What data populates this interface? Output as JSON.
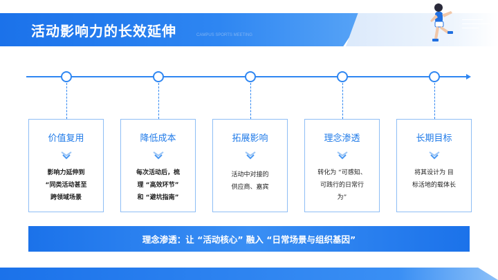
{
  "header": {
    "title": "活动影响力的长效延伸",
    "subtitle": "CAMPUS SPORTS MEETING"
  },
  "icons": {
    "runner": "runner-icon",
    "chevron": "chevron-down-icon",
    "arrow": "arrow-right-icon"
  },
  "colors": {
    "primary": "#1b72ea",
    "accent": "#2e86f2",
    "card_border": "#8dbdf5",
    "card_title": "#1f7ae8"
  },
  "timeline": {
    "cards": [
      {
        "title": "价值复用",
        "lines": [
          "影响力延伸到",
          "“同类活动甚至",
          "跨领域场景"
        ]
      },
      {
        "title": "降低成本",
        "lines": [
          "每次活动后，梳",
          "理 “高效环节”",
          "和 “避坑指南”"
        ]
      },
      {
        "title": "拓展影响",
        "lines": [
          "活动中对接的",
          "供应商、嘉宾"
        ]
      },
      {
        "title": "理念渗透",
        "lines": [
          "转化为 “可感知、",
          "可践行的日常行",
          "为”"
        ]
      },
      {
        "title": "长期目标",
        "lines": [
          "将其设计为 目",
          "标活地的载体长"
        ]
      }
    ]
  },
  "banner": {
    "text": "理念渗透：让 “活动核心” 融入 “日常场景与组织基因”"
  }
}
